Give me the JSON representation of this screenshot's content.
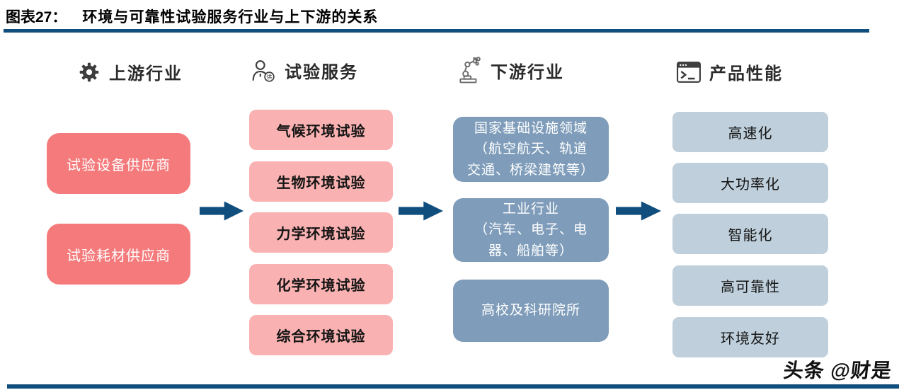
{
  "figure": {
    "label": "图表27：",
    "title": "环境与可靠性试验服务行业与上下游的关系"
  },
  "columns": [
    {
      "header": "上游行业",
      "icon": "gear-icon",
      "items": [
        "试验设备供应商",
        "试验耗材供应商"
      ]
    },
    {
      "header": "试验服务",
      "icon": "person-supplier-icon",
      "icon_badge": "供",
      "items": [
        "气候环境试验",
        "生物环境试验",
        "力学环境试验",
        "化学环境试验",
        "综合环境试验"
      ]
    },
    {
      "header": "下游行业",
      "icon": "robot-arm-icon",
      "items": [
        "国家基础设施领域\n（航空航天、轨道\n交通、桥梁建筑等）",
        "工业行业\n（汽车、电子、电\n器、船舶等）",
        "高校及科研院所"
      ]
    },
    {
      "header": "产品性能",
      "icon": "terminal-icon",
      "items": [
        "高速化",
        "大功率化",
        "智能化",
        "高可靠性",
        "环境友好"
      ]
    }
  ],
  "watermark": "头条 @财是",
  "colors": {
    "accent_navy": "#104E7D",
    "upstream_red": "#F57A7C",
    "service_pink": "#F9B1B1",
    "downstream_blue": "#7F9DBA",
    "performance_blue": "#BFD0DC"
  }
}
